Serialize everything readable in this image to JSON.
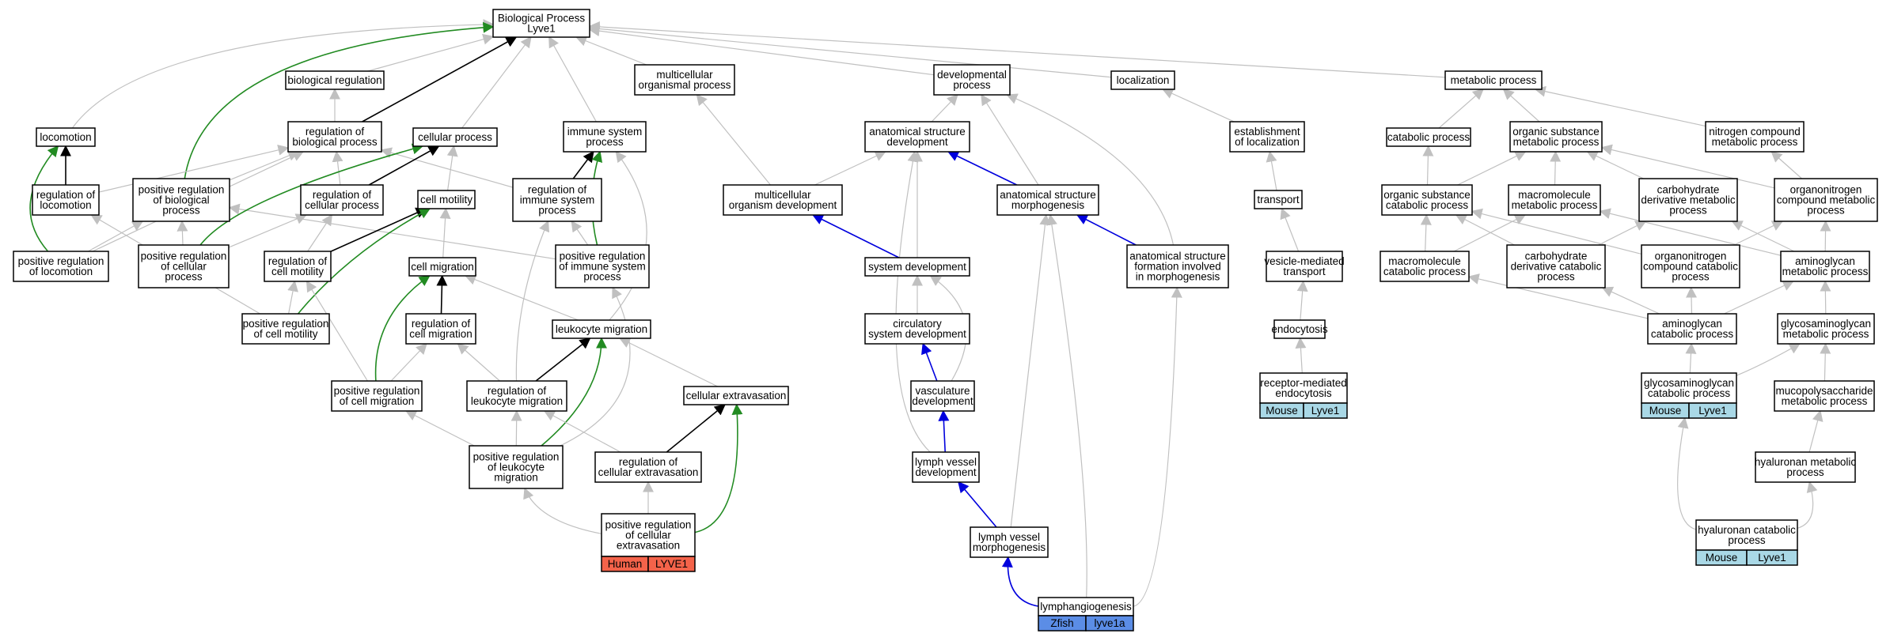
{
  "title": "Biological Process Lyve1",
  "colors": {
    "edge_gray": "#c0c0c0",
    "edge_black": "#000000",
    "edge_green": "#228b22",
    "edge_blue": "#0000dd",
    "human": "#f4634a",
    "mouse": "#a9d8e6",
    "zfish": "#5b8de6"
  },
  "nodes": [
    {
      "id": "bp",
      "lines": [
        "Biological Process",
        "Lyve1"
      ]
    },
    {
      "id": "bioreg",
      "lines": [
        "biological regulation"
      ]
    },
    {
      "id": "mcop",
      "lines": [
        "multicellular",
        "organismal process"
      ]
    },
    {
      "id": "devproc",
      "lines": [
        "developmental",
        "process"
      ]
    },
    {
      "id": "localization",
      "lines": [
        "localization"
      ]
    },
    {
      "id": "metab",
      "lines": [
        "metabolic process"
      ]
    },
    {
      "id": "locomotion",
      "lines": [
        "locomotion"
      ]
    },
    {
      "id": "regbio",
      "lines": [
        "regulation of",
        "biological process"
      ]
    },
    {
      "id": "cellproc",
      "lines": [
        "cellular process"
      ]
    },
    {
      "id": "immsys",
      "lines": [
        "immune system",
        "process"
      ]
    },
    {
      "id": "asd",
      "lines": [
        "anatomical structure",
        "development"
      ]
    },
    {
      "id": "estloc",
      "lines": [
        "establishment",
        "of localization"
      ]
    },
    {
      "id": "catab",
      "lines": [
        "catabolic process"
      ]
    },
    {
      "id": "osmp",
      "lines": [
        "organic substance",
        "metabolic process"
      ]
    },
    {
      "id": "ncmp",
      "lines": [
        "nitrogen compound",
        "metabolic process"
      ]
    },
    {
      "id": "regloc",
      "lines": [
        "regulation of",
        "locomotion"
      ]
    },
    {
      "id": "posregbio",
      "lines": [
        "positive regulation",
        "of biological",
        "process"
      ]
    },
    {
      "id": "regcell",
      "lines": [
        "regulation of",
        "cellular process"
      ]
    },
    {
      "id": "cellmot",
      "lines": [
        "cell motility"
      ]
    },
    {
      "id": "regimm",
      "lines": [
        "regulation of",
        "immune system",
        "process"
      ]
    },
    {
      "id": "mcod",
      "lines": [
        "multicellular",
        "organism development"
      ]
    },
    {
      "id": "asm",
      "lines": [
        "anatomical structure",
        "morphogenesis"
      ]
    },
    {
      "id": "transport",
      "lines": [
        "transport"
      ]
    },
    {
      "id": "oscp",
      "lines": [
        "organic substance",
        "catabolic process"
      ]
    },
    {
      "id": "macmp",
      "lines": [
        "macromolecule",
        "metabolic process"
      ]
    },
    {
      "id": "cdmp",
      "lines": [
        "carbohydrate",
        "derivative metabolic",
        "process"
      ]
    },
    {
      "id": "oncmp",
      "lines": [
        "organonitrogen",
        "compound metabolic",
        "process"
      ]
    },
    {
      "id": "posregloc",
      "lines": [
        "positive regulation",
        "of locomotion"
      ]
    },
    {
      "id": "posregcell",
      "lines": [
        "positive regulation",
        "of cellular",
        "process"
      ]
    },
    {
      "id": "regcellmot",
      "lines": [
        "regulation of",
        "cell motility"
      ]
    },
    {
      "id": "cellmig",
      "lines": [
        "cell migration"
      ]
    },
    {
      "id": "posregimm",
      "lines": [
        "positive regulation",
        "of immune system",
        "process"
      ]
    },
    {
      "id": "sysdev",
      "lines": [
        "system development"
      ]
    },
    {
      "id": "asfm",
      "lines": [
        "anatomical structure",
        "formation involved",
        "in morphogenesis"
      ]
    },
    {
      "id": "vmt",
      "lines": [
        "vesicle-mediated",
        "transport"
      ]
    },
    {
      "id": "maccp",
      "lines": [
        "macromolecule",
        "catabolic process"
      ]
    },
    {
      "id": "cdcp",
      "lines": [
        "carbohydrate",
        "derivative catabolic",
        "process"
      ]
    },
    {
      "id": "onccp",
      "lines": [
        "organonitrogen",
        "compound catabolic",
        "process"
      ]
    },
    {
      "id": "agmp",
      "lines": [
        "aminoglycan",
        "metabolic process"
      ]
    },
    {
      "id": "posregcellmot",
      "lines": [
        "positive regulation",
        "of cell motility"
      ]
    },
    {
      "id": "regcellmig",
      "lines": [
        "regulation of",
        "cell migration"
      ]
    },
    {
      "id": "leukmig",
      "lines": [
        "leukocyte migration"
      ]
    },
    {
      "id": "circ",
      "lines": [
        "circulatory",
        "system development"
      ]
    },
    {
      "id": "endocytosis",
      "lines": [
        "endocytosis"
      ]
    },
    {
      "id": "agcp",
      "lines": [
        "aminoglycan",
        "catabolic process"
      ]
    },
    {
      "id": "gagmp",
      "lines": [
        "glycosaminoglycan",
        "metabolic process"
      ]
    },
    {
      "id": "posregcellmig",
      "lines": [
        "positive regulation",
        "of cell migration"
      ]
    },
    {
      "id": "regleukmig",
      "lines": [
        "regulation of",
        "leukocyte migration"
      ]
    },
    {
      "id": "cellextra",
      "lines": [
        "cellular extravasation"
      ]
    },
    {
      "id": "vascdev",
      "lines": [
        "vasculature",
        "development"
      ]
    },
    {
      "id": "rme",
      "lines": [
        "receptor-mediated",
        "endocytosis"
      ],
      "badge": [
        "Mouse",
        "Lyve1"
      ],
      "badge_color": "#a9d8e6"
    },
    {
      "id": "gagcp",
      "lines": [
        "glycosaminoglycan",
        "catabolic process"
      ],
      "badge": [
        "Mouse",
        "Lyve1"
      ],
      "badge_color": "#a9d8e6"
    },
    {
      "id": "mpsmp",
      "lines": [
        "mucopolysaccharide",
        "metabolic process"
      ]
    },
    {
      "id": "posregleukmig",
      "lines": [
        "positive regulation",
        "of leukocyte",
        "migration"
      ]
    },
    {
      "id": "regcellextra",
      "lines": [
        "regulation of",
        "cellular extravasation"
      ]
    },
    {
      "id": "lvdev",
      "lines": [
        "lymph vessel",
        "development"
      ]
    },
    {
      "id": "hyalmp",
      "lines": [
        "hyaluronan metabolic",
        "process"
      ]
    },
    {
      "id": "posregcellextra",
      "lines": [
        "positive regulation",
        "of cellular",
        "extravasation"
      ],
      "badge": [
        "Human",
        "LYVE1"
      ],
      "badge_color": "#f4634a"
    },
    {
      "id": "lvmorph",
      "lines": [
        "lymph vessel",
        "morphogenesis"
      ]
    },
    {
      "id": "hyalcp",
      "lines": [
        "hyaluronan catabolic",
        "process"
      ],
      "badge": [
        "Mouse",
        "Lyve1"
      ],
      "badge_color": "#a9d8e6"
    },
    {
      "id": "lymphang",
      "lines": [
        "lymphangiogenesis"
      ],
      "badge": [
        "Zfish",
        "lyve1a"
      ],
      "badge_color": "#5b8de6"
    }
  ]
}
